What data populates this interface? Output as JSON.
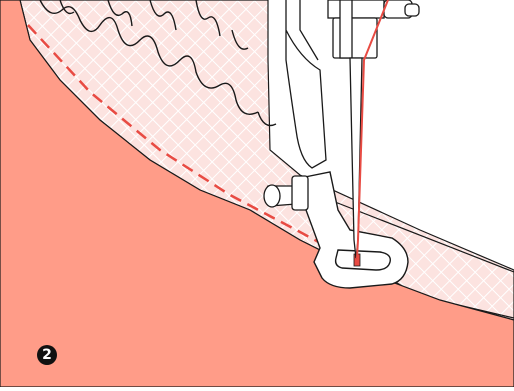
{
  "figure": {
    "step_number": "2",
    "colors": {
      "fabric_main": "#FF9C88",
      "ruffle_fabric": "#FCE3E0",
      "ruffle_grid": "#FFFFFF",
      "stitch_line": "#E84B43",
      "thread": "#E84B43",
      "outline": "#1A1A1A",
      "presser_foot": "#FFFFFF",
      "background": "#FFFFFF"
    },
    "parts": [
      "main-fabric",
      "ruffled-trim",
      "stitching-line",
      "presser-foot",
      "presser-foot-screw",
      "needle",
      "needle-clamp",
      "thread"
    ]
  }
}
